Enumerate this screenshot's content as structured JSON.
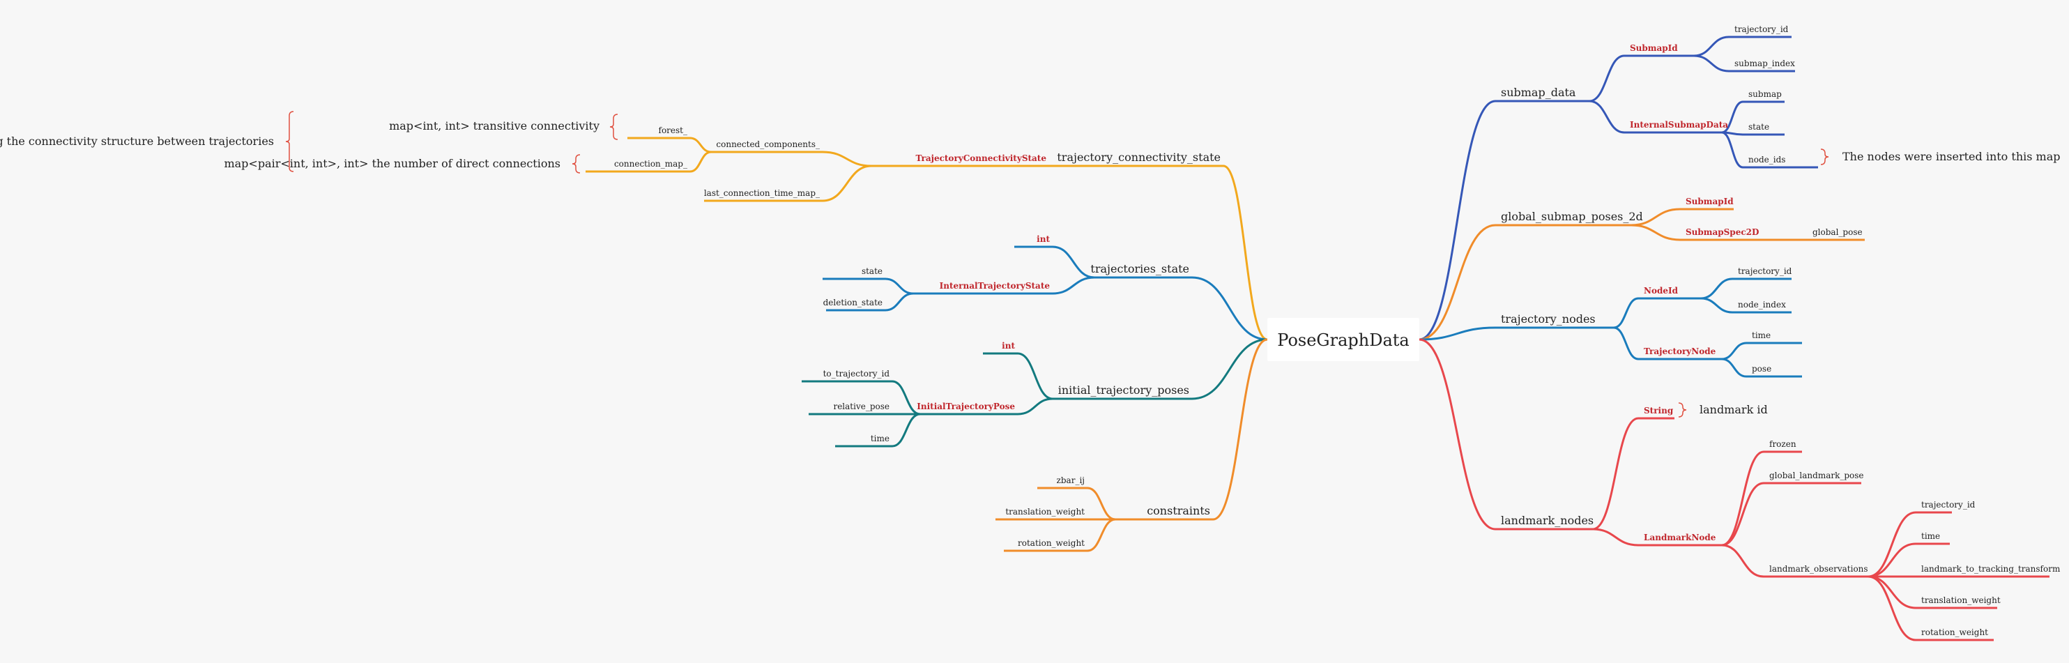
{
  "root": "PoseGraphData",
  "colors": {
    "blue_dark": "#3557b7",
    "orange": "#f08c2a",
    "blue": "#1a7cbc",
    "red": "#e8474c",
    "yellow": "#f2a81d",
    "teal": "#137a7f",
    "type_text": "#c0272d"
  },
  "right": {
    "submap_data": {
      "label": "submap_data",
      "submap_id": {
        "type": "SubmapId",
        "fields": [
          "trajectory_id",
          "submap_index"
        ]
      },
      "internal": {
        "type": "InternalSubmapData",
        "fields": [
          "submap",
          "state",
          "node_ids"
        ]
      },
      "node_ids_note": "The nodes were inserted into this map"
    },
    "global_submap_poses": {
      "label": "global_submap_poses_2d",
      "types": [
        "SubmapId",
        "SubmapSpec2D"
      ],
      "spec_field": "global_pose"
    },
    "trajectory_nodes": {
      "label": "trajectory_nodes",
      "node_id": {
        "type": "NodeId",
        "fields": [
          "trajectory_id",
          "node_index"
        ]
      },
      "node": {
        "type": "TrajectoryNode",
        "fields": [
          "time",
          "pose"
        ]
      }
    },
    "landmark_nodes": {
      "label": "landmark_nodes",
      "string_type": "String",
      "string_note": "landmark id",
      "landmark_node": {
        "type": "LandmarkNode",
        "fields": [
          "frozen",
          "global_landmark_pose",
          "landmark_observations"
        ]
      },
      "observations": [
        "trajectory_id",
        "time",
        "landmark_to_tracking_transform",
        "translation_weight",
        "rotation_weight"
      ]
    }
  },
  "left": {
    "connectivity": {
      "label": "trajectory_connectivity_state",
      "type": "TrajectoryConnectivityState",
      "fields": [
        "connected_components_",
        "last_connection_time_map_"
      ],
      "sub": [
        "forest_",
        "connection_map_"
      ],
      "forest_note": "map<int, int> transitive connectivity",
      "connection_note": "map<pair<int, int>, int> the number of direct connections",
      "outer_note": "Tracking the connectivity structure between trajectories"
    },
    "trajectories_state": {
      "label": "trajectories_state",
      "int_type": "int",
      "type": "InternalTrajectoryState",
      "fields": [
        "state",
        "deletion_state"
      ]
    },
    "initial_poses": {
      "label": "initial_trajectory_poses",
      "int_type": "int",
      "type": "InitialTrajectoryPose",
      "fields": [
        "to_trajectory_id",
        "relative_pose",
        "time"
      ]
    },
    "constraints": {
      "label": "constraints",
      "fields": [
        "zbar_ij",
        "translation_weight",
        "rotation_weight"
      ]
    }
  }
}
